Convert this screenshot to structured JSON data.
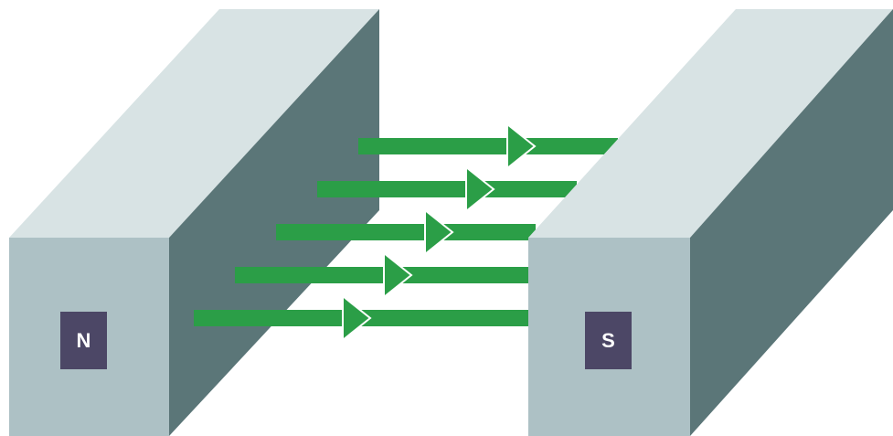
{
  "magnets": {
    "north": {
      "label": "N"
    },
    "south": {
      "label": "S"
    }
  },
  "field_lines": {
    "count": 5
  },
  "colors": {
    "magnet_top": "#d8e3e4",
    "magnet_front": "#adc1c5",
    "magnet_side": "#5b7678",
    "label_bg": "#4c4766",
    "label_text": "#ffffff",
    "field_arrow": "#2b9e47",
    "background": "#ffffff"
  },
  "icons": [
    "bar-magnet-north",
    "bar-magnet-south",
    "field-arrow"
  ]
}
